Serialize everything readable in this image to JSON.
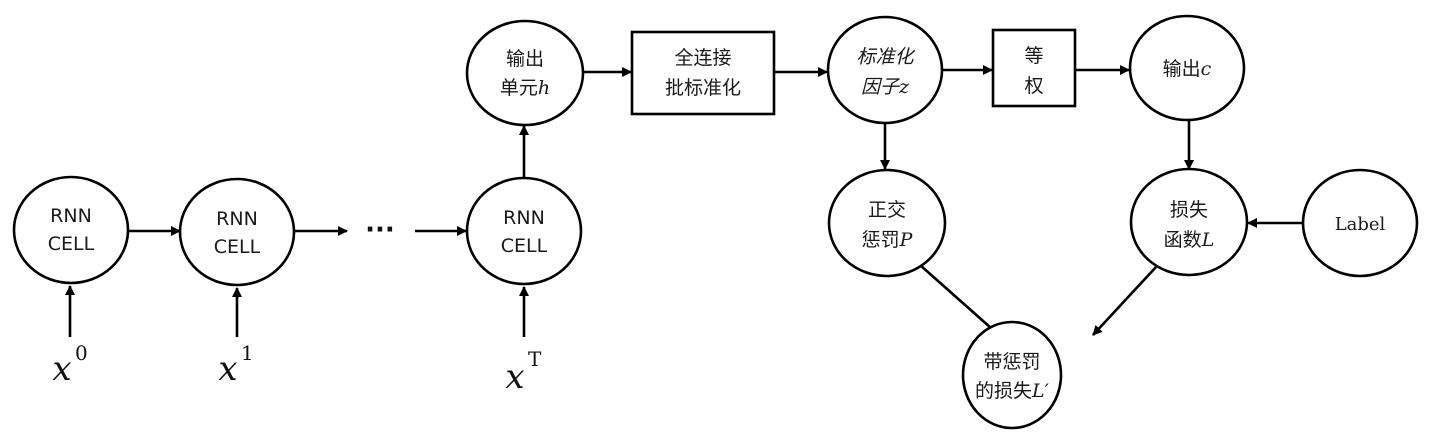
{
  "diagram": {
    "nodes": {
      "rnn0": {
        "line1": "RNN",
        "line2": "CELL"
      },
      "rnn1": {
        "line1": "RNN",
        "line2": "CELL"
      },
      "rnnT": {
        "line1": "RNN",
        "line2": "CELL"
      },
      "output_h": {
        "line1": "输出",
        "line2": "单元",
        "var": "h"
      },
      "fc_bn": {
        "line1": "全连接",
        "line2": "批标准化"
      },
      "norm_z": {
        "line1": "标准化",
        "line2": "因子",
        "var": "z"
      },
      "equal_weight": {
        "line1": "等",
        "line2": "权"
      },
      "output_c": {
        "line1": "输出",
        "var": "c"
      },
      "ortho_p": {
        "line1": "正交",
        "line2": "惩罚",
        "var": "P"
      },
      "loss_l": {
        "line1": "损失",
        "line2": "函数",
        "var": "L"
      },
      "label": {
        "text": "Label"
      },
      "penalized_loss": {
        "line1": "带惩罚",
        "line2": "的损失",
        "var": "L′"
      }
    },
    "inputs": [
      {
        "base": "x",
        "sup": "0"
      },
      {
        "base": "x",
        "sup": "1"
      },
      {
        "base": "x",
        "sup": "T"
      }
    ],
    "ellipsis": "···",
    "edges": [
      [
        "x0",
        "rnn0"
      ],
      [
        "x1",
        "rnn1"
      ],
      [
        "xT",
        "rnnT"
      ],
      [
        "rnn0",
        "rnn1"
      ],
      [
        "rnn1",
        "ellipsis"
      ],
      [
        "ellipsis",
        "rnnT"
      ],
      [
        "rnnT",
        "output_h"
      ],
      [
        "output_h",
        "fc_bn"
      ],
      [
        "fc_bn",
        "norm_z"
      ],
      [
        "norm_z",
        "equal_weight"
      ],
      [
        "equal_weight",
        "output_c"
      ],
      [
        "norm_z",
        "ortho_p"
      ],
      [
        "output_c",
        "loss_l"
      ],
      [
        "label",
        "loss_l"
      ],
      [
        "ortho_p",
        "penalized_loss"
      ],
      [
        "loss_l",
        "penalized_loss"
      ]
    ]
  }
}
